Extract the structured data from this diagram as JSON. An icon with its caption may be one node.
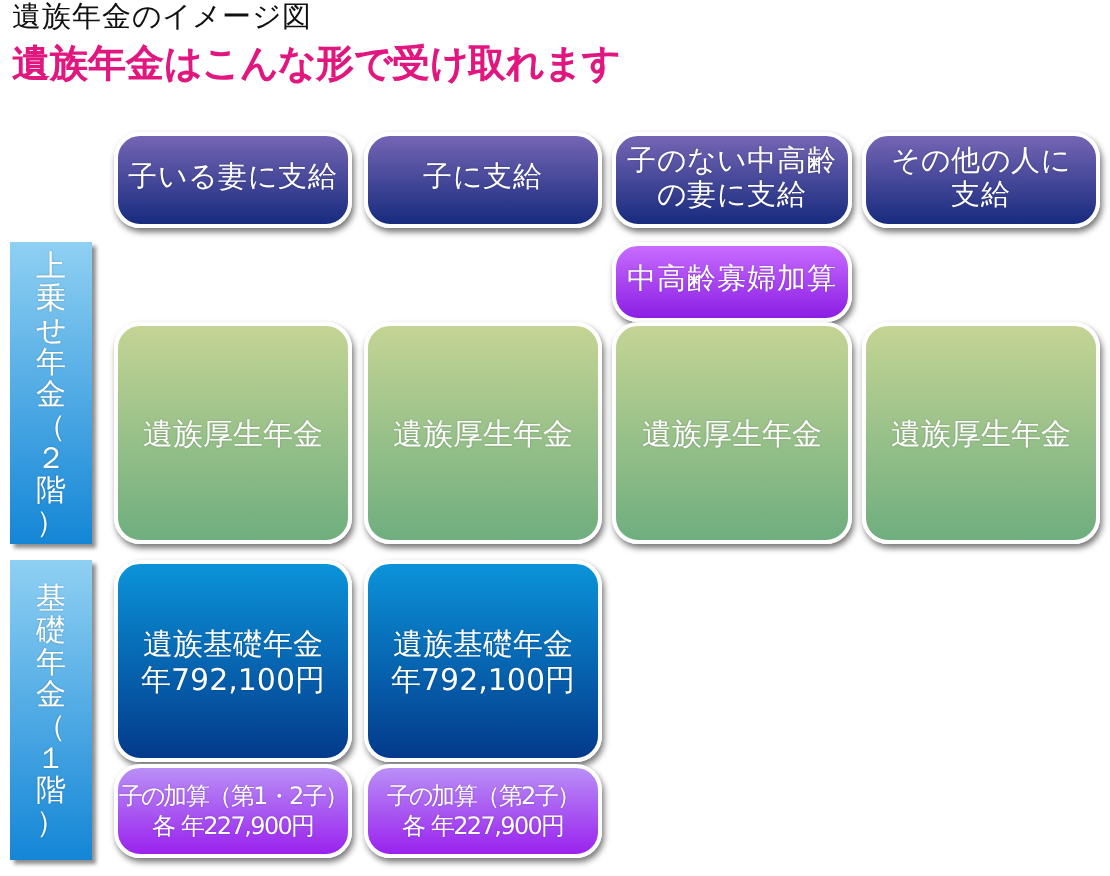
{
  "diagram": {
    "title": "遺族年金のイメージ図",
    "nodes": [
      {
        "text": [
          "子いる妻に支給"
        ]
      },
      {
        "text": [
          "子に支給"
        ]
      },
      {
        "text": [
          "子のない中高齢の妻に支給"
        ]
      },
      {
        "text": [
          "その他の人に支給"
        ]
      },
      {
        "text": [
          "上乗せ年金（２階）"
        ]
      },
      {
        "text": [
          "中高齢寡婦加算"
        ]
      },
      {
        "text": [
          "遺族厚生年金"
        ]
      },
      {
        "text": [
          "遺族厚生年金"
        ]
      },
      {
        "text": [
          "遺族厚生年金"
        ]
      },
      {
        "text": [
          "遺族厚生年金"
        ]
      },
      {
        "text": [
          "基礎年金（１階）"
        ]
      },
      {
        "text": [
          "遺族基礎年金",
          "年792,100円"
        ]
      },
      {
        "text": [
          "遺族基礎年金",
          "年792,100円"
        ]
      },
      {
        "text": [
          "子の加算（第1・2子）",
          "各 年227,900円"
        ]
      },
      {
        "text": [
          "子の加算（第2子）",
          "各 年227,900円"
        ]
      }
    ],
    "labels": [
      "遺族年金はこんな形で受け取れます"
    ]
  }
}
